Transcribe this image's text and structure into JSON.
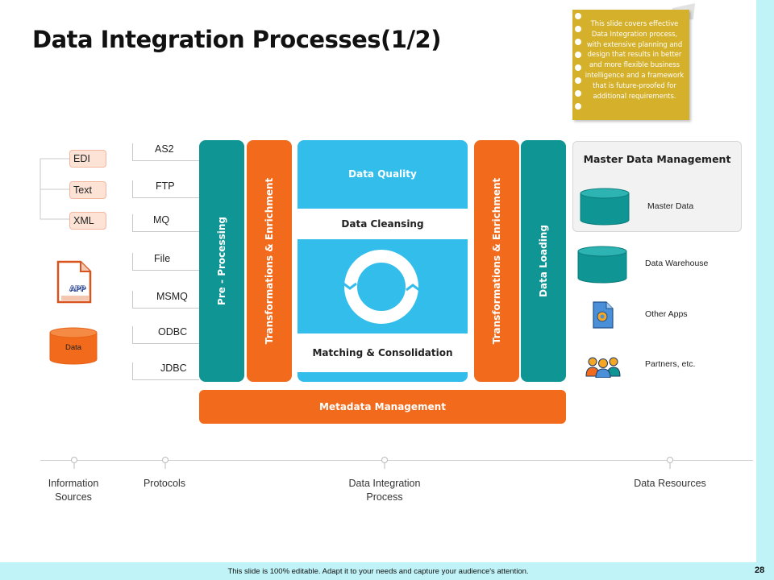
{
  "slide": {
    "title": "Data Integration Processes(1/2)",
    "note": "This slide covers effective Data Integration process, with extensive planning and design that results in better and more flexible business intelligence and a framework that is future-proofed for additional requirements.",
    "footer": "This slide is 100% editable.  Adapt it to your needs and capture your audience's attention.",
    "page_number": "28"
  },
  "sources": {
    "formats": [
      "EDI",
      "Text",
      "XML"
    ],
    "app_icon_text": "APP",
    "data_label": "Data"
  },
  "protocols": [
    "AS2",
    "FTP",
    "MQ",
    "File",
    "MSMQ",
    "ODBC",
    "JDBC"
  ],
  "process": {
    "pre_processing": "Pre - Processing",
    "transform_left": "Transformations & Enrichment",
    "data_quality": "Data Quality",
    "data_cleansing": "Data Cleansing",
    "matching": "Matching & Consolidation",
    "transform_right": "Transformations & Enrichment",
    "data_loading": "Data Loading",
    "metadata": "Metadata Management"
  },
  "resources": {
    "mdm_title": "Master Data Management",
    "master_data": "Master Data",
    "data_warehouse": "Data Warehouse",
    "other_apps": "Other Apps",
    "partners": "Partners, etc."
  },
  "stages": [
    {
      "line1": "Information",
      "line2": "Sources"
    },
    {
      "line1": "Protocols",
      "line2": ""
    },
    {
      "line1": "Data Integration",
      "line2": "Process"
    },
    {
      "line1": "Data Resources",
      "line2": ""
    }
  ],
  "colors": {
    "teal": "#0e9594",
    "orange": "#f26a1b",
    "light_blue": "#33bdeb",
    "note_gold": "#d4b02b",
    "accent_strip": "#bff3f8"
  }
}
